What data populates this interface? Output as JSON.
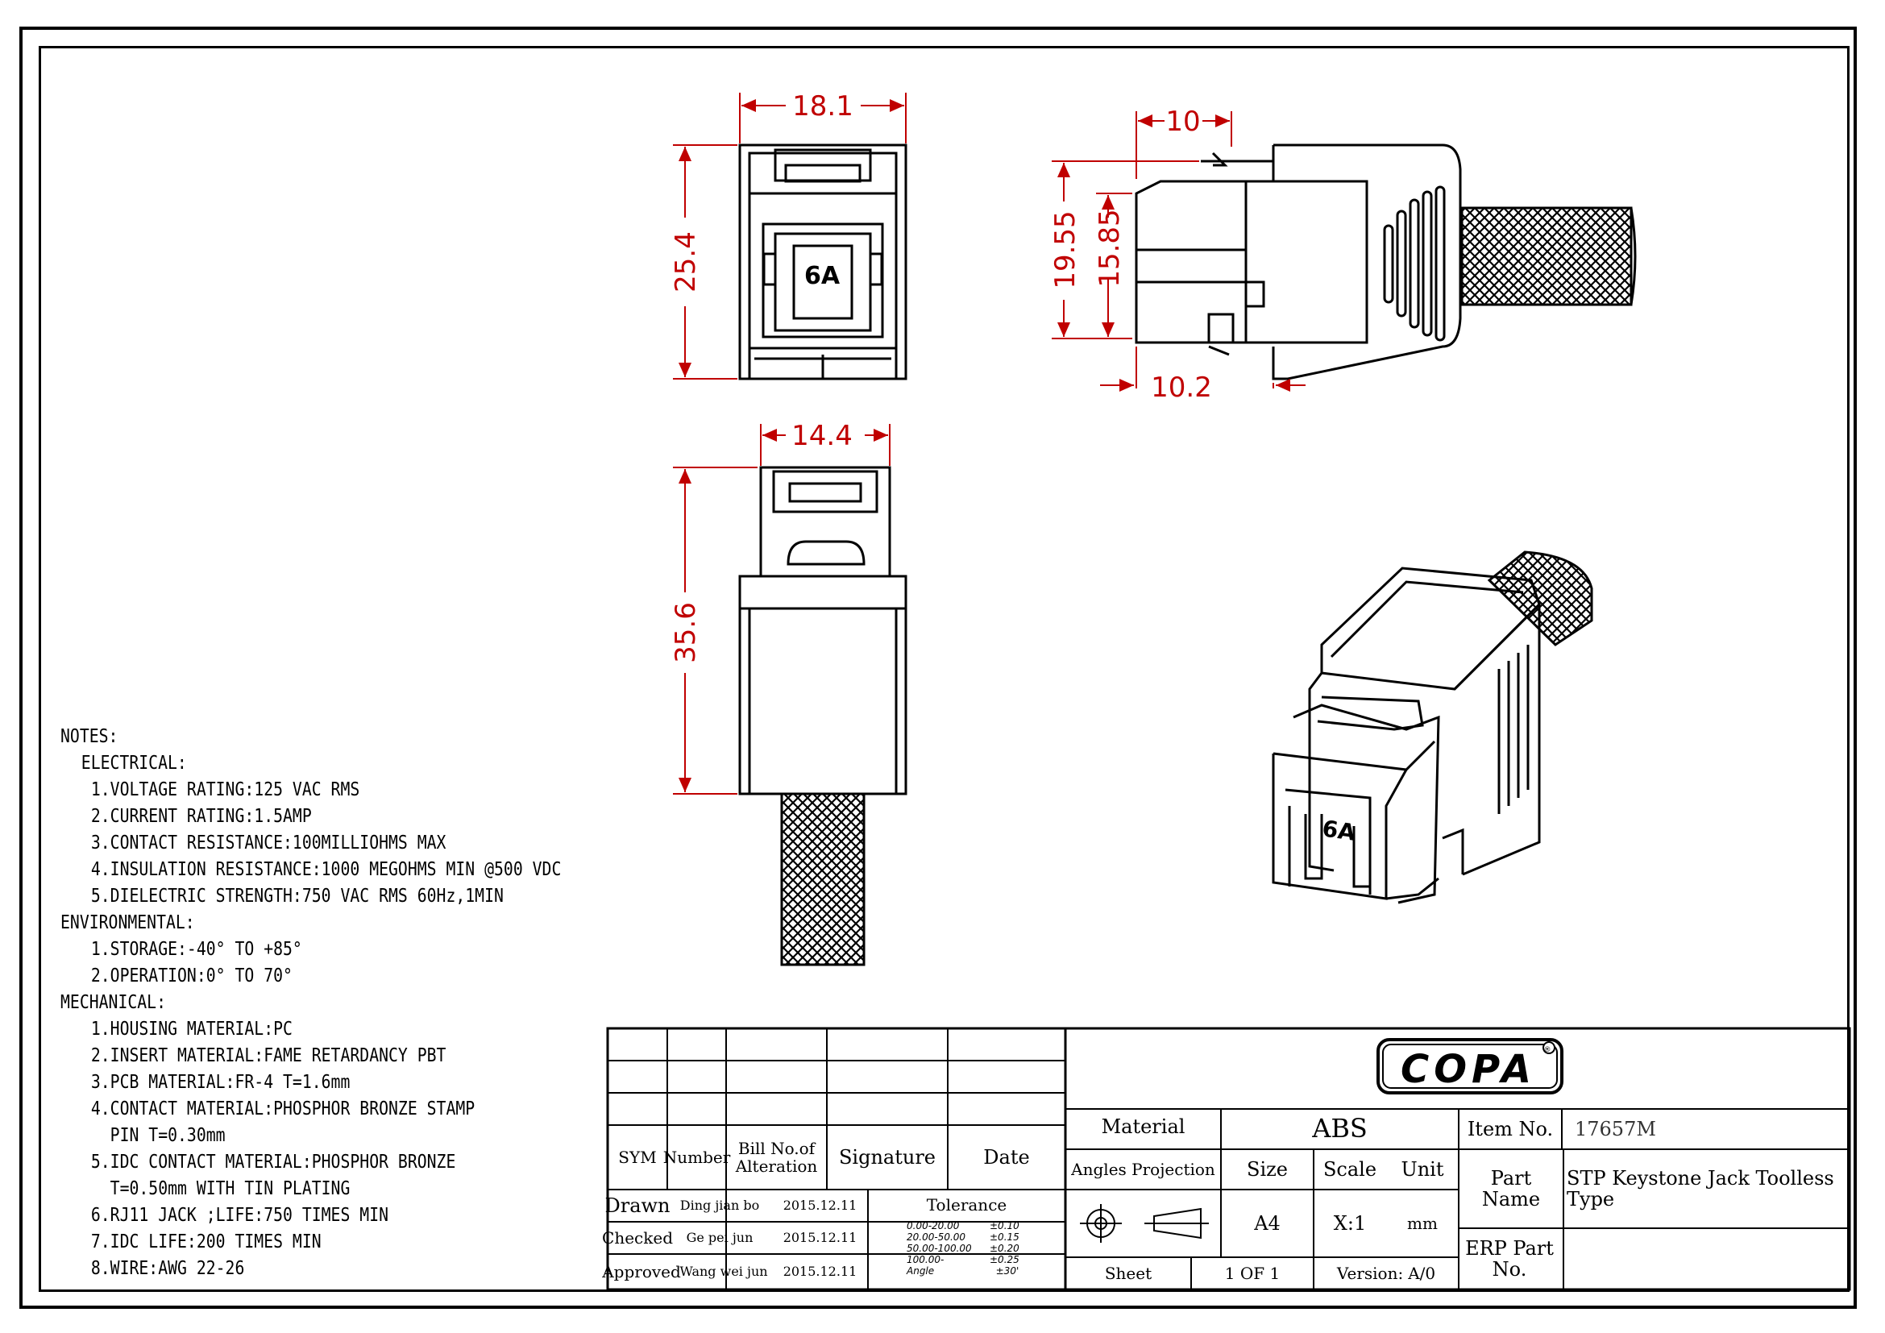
{
  "dimensions": {
    "front_width": "18.1",
    "front_height": "25.4",
    "side_top": "10",
    "side_height_outer": "19.55",
    "side_height_inner": "15.85",
    "side_bottom": "10.2",
    "top_width": "14.4",
    "top_length": "35.6"
  },
  "front_label": "6A",
  "iso_label": "6A",
  "notes": {
    "title": "NOTES:",
    "electrical_title": "ELECTRICAL:",
    "electrical": [
      "1.VOLTAGE RATING:125 VAC RMS",
      "2.CURRENT RATING:1.5AMP",
      "3.CONTACT RESISTANCE:100MILLIOHMS MAX",
      "4.INSULATION RESISTANCE:1000 MEGOHMS MIN @500 VDC",
      "5.DIELECTRIC STRENGTH:750 VAC RMS 60Hz,1MIN"
    ],
    "environmental_title": "ENVIRONMENTAL:",
    "environmental": [
      "1.STORAGE:-40° TO +85°",
      "2.OPERATION:0° TO 70°"
    ],
    "mechanical_title": "MECHANICAL:",
    "mechanical": [
      "1.HOUSING MATERIAL:PC",
      "2.INSERT MATERIAL:FAME RETARDANCY PBT",
      "3.PCB MATERIAL:FR-4 T=1.6mm",
      "4.CONTACT MATERIAL:PHOSPHOR BRONZE STAMP",
      "  PIN T=0.30mm",
      "5.IDC CONTACT MATERIAL:PHOSPHOR BRONZE",
      "  T=0.50mm WITH TIN PLATING",
      "6.RJ11 JACK ;LIFE:750 TIMES MIN",
      "7.IDC LIFE:200 TIMES MIN",
      "8.WIRE:AWG 22-26"
    ]
  },
  "title_block": {
    "revision_headers": {
      "sym": "SYM",
      "number": "Number",
      "bill": "Bill No.of Alteration",
      "signature": "Signature",
      "date": "Date"
    },
    "drawn_label": "Drawn",
    "drawn_name": "Ding jian bo",
    "drawn_date": "2015.12.11",
    "checked_label": "Checked",
    "checked_name": "Ge pei jun",
    "checked_date": "2015.12.11",
    "approved_label": "Approved",
    "approved_name": "Wang wei jun",
    "approved_date": "2015.12.11",
    "tolerance_label": "Tolerance",
    "tolerance_ranges": "0.00-20.00\n20.00-50.00\n50.00-100.00\n100.00-\nAngle",
    "tolerance_values": "±0.10\n±0.15\n±0.20\n±0.25\n  ±30'",
    "logo_text": "COPA",
    "material_label": "Material",
    "material_value": "ABS",
    "angles_label": "Angles Projection",
    "size_label": "Size",
    "size_value": "A4",
    "scale_label": "Scale",
    "scale_value": "X:1",
    "unit_label": "Unit",
    "unit_value": "mm",
    "sheet_label": "Sheet",
    "sheet_value": "1 OF 1",
    "version_label": "Version:",
    "version_value": "A/0",
    "item_label": "Item No.",
    "item_value": "17657M",
    "part_name_label": "Part Name",
    "part_name_value": "STP Keystone Jack Toolless Type",
    "erp_label": "ERP Part No."
  },
  "colors": {
    "dimension": "#c00000",
    "line": "#000000"
  }
}
